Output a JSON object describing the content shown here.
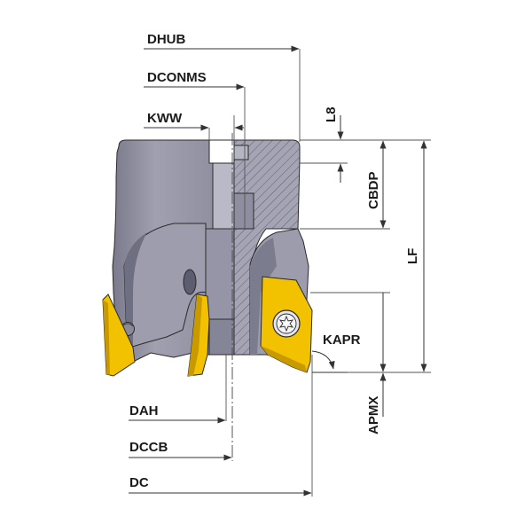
{
  "labels": {
    "dhub": "DHUB",
    "dconms": "DCONMS",
    "kww": "KWW",
    "l8": "L8",
    "cbdp": "CBDP",
    "lf": "LF",
    "kapr": "KAPR",
    "apmx": "APMX",
    "dah": "DAH",
    "dccb": "DCCB",
    "dc": "DC"
  },
  "colors": {
    "body": "#8f8fa0",
    "body_dark": "#6e6e80",
    "body_light": "#b4b4c2",
    "section": "#a2a2b2",
    "insert": "#f2c200",
    "insert_dark": "#c99a00",
    "line": "#333333"
  }
}
